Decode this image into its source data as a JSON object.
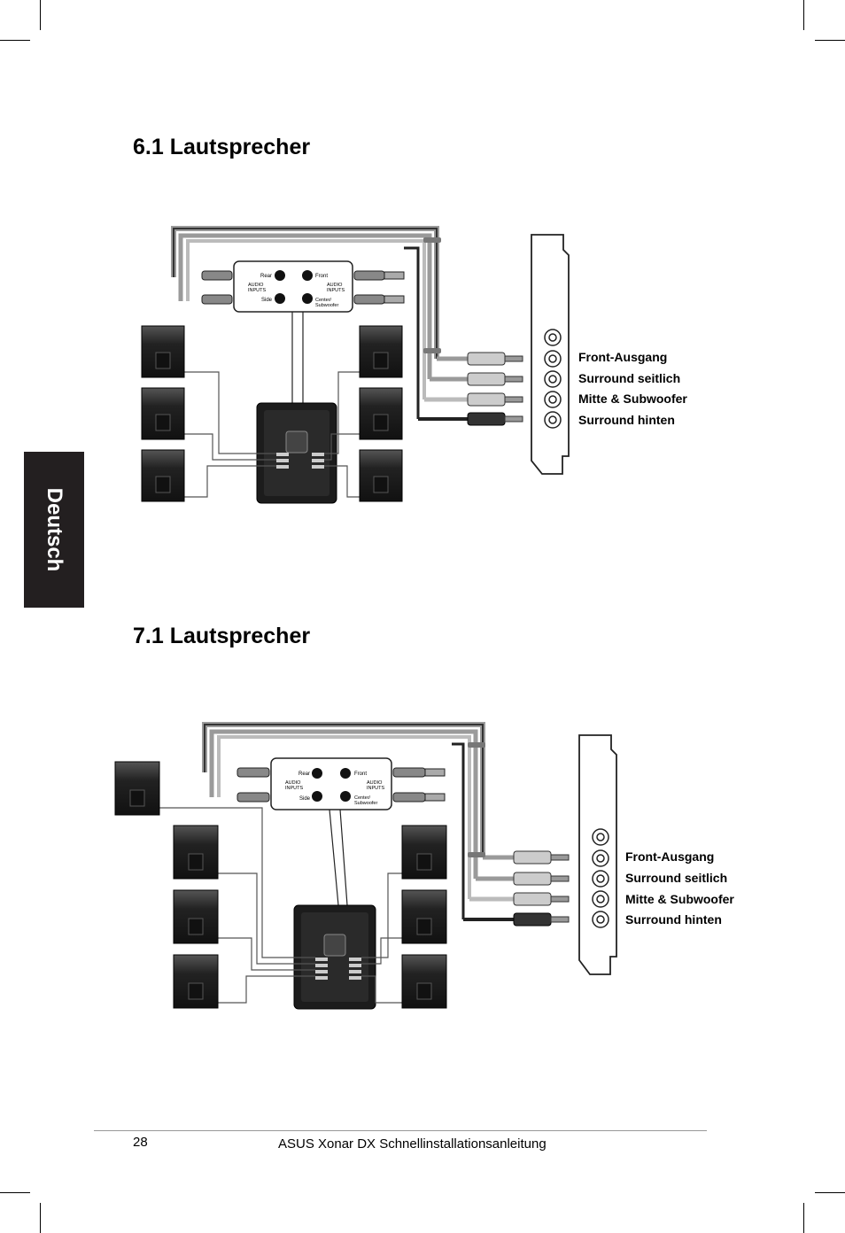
{
  "document": {
    "side_tab": "Deutsch",
    "page_number": "28",
    "footer": "ASUS Xonar DX Schnellinstallationsanleitung"
  },
  "diagram_labels": {
    "rear": "Rear",
    "front": "Front",
    "side": "Side",
    "audio_inputs_line1": "AUDIO",
    "audio_inputs_line2": "INPUTS",
    "center": "Center/",
    "subwoofer": "Subwoofer"
  },
  "sections": [
    {
      "title": "6.1 Lautsprecher",
      "outputs": [
        "Front-Ausgang",
        "Surround seitlich",
        "Mitte & Subwoofer",
        "Surround hinten"
      ]
    },
    {
      "title": "7.1 Lautsprecher",
      "outputs": [
        "Front-Ausgang",
        "Surround seitlich",
        "Mitte & Subwoofer",
        "Surround hinten"
      ]
    }
  ],
  "colors": {
    "ink": "#000000",
    "tab_background": "#231f20",
    "tab_text": "#ffffff",
    "cable_gray": "#9a9a9a",
    "cable_dark": "#333333",
    "speaker_dark": "#222222"
  }
}
